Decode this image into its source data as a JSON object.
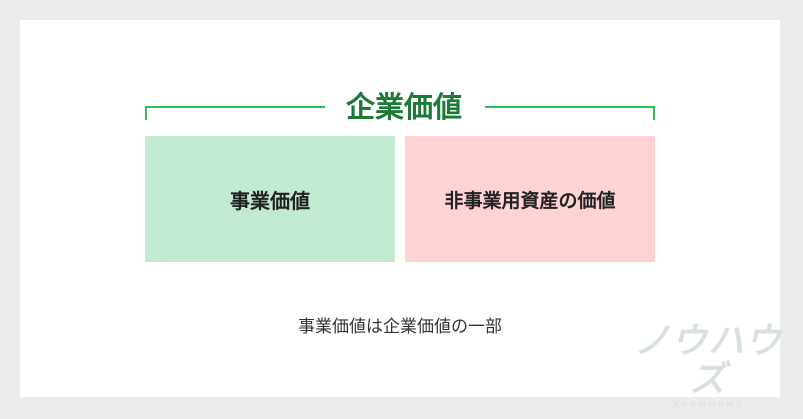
{
  "diagram": {
    "title": "企業価値",
    "box_left": "事業価値",
    "box_right": "非事業用資産の価値",
    "caption": "事業価値は企業価値の一部"
  },
  "logo": {
    "main": "ノウハウズ",
    "sub": "KnowHows"
  },
  "colors": {
    "accent_green": "#2fbf5b",
    "title_green": "#1a7a36",
    "box_left_bg": "#c2ead2",
    "box_right_bg": "#ffd2d4",
    "background": "#ececec",
    "card": "#ffffff"
  }
}
